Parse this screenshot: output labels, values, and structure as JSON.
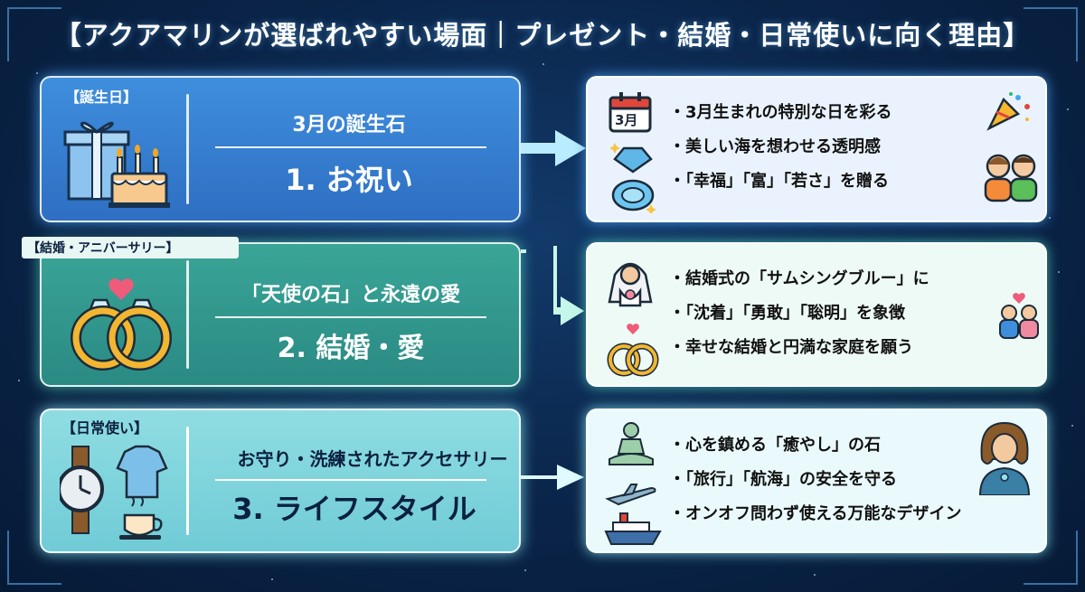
{
  "title": "【アクアマリンが選ばれやすい場面｜プレゼント・結婚・日常使いに向く理由】",
  "sections": [
    {
      "tag": "【誕生日】",
      "sub": "3月の誕生石",
      "main": "1. お祝い",
      "calendar_label": "3月",
      "bullets": [
        "3月生まれの特別な日を彩る",
        "美しい海を想わせる透明感",
        "「幸福」「富」「若さ」を贈る"
      ]
    },
    {
      "tag": "【結婚・アニバーサリー】",
      "sub": "「天使の石」と永遠の愛",
      "main": "2. 結婚・愛",
      "bullets": [
        "結婚式の「サムシングブルー」に",
        "「沈着」「勇敢」「聡明」を象徴",
        "幸せな結婚と円満な家庭を願う"
      ]
    },
    {
      "tag": "【日常使い】",
      "sub": "お守り・洗練されたアクセサリー",
      "main": "3. ライフスタイル",
      "bullets": [
        "心を鎮める「癒やし」の石",
        "「旅行」「航海」の安全を守る",
        "オンオフ問わず使える万能なデザイン"
      ]
    }
  ],
  "colors": {
    "row1": "#2e6fc2",
    "row2": "#2a8a84",
    "row3": "#70cbd6",
    "background": "#0a2448"
  }
}
